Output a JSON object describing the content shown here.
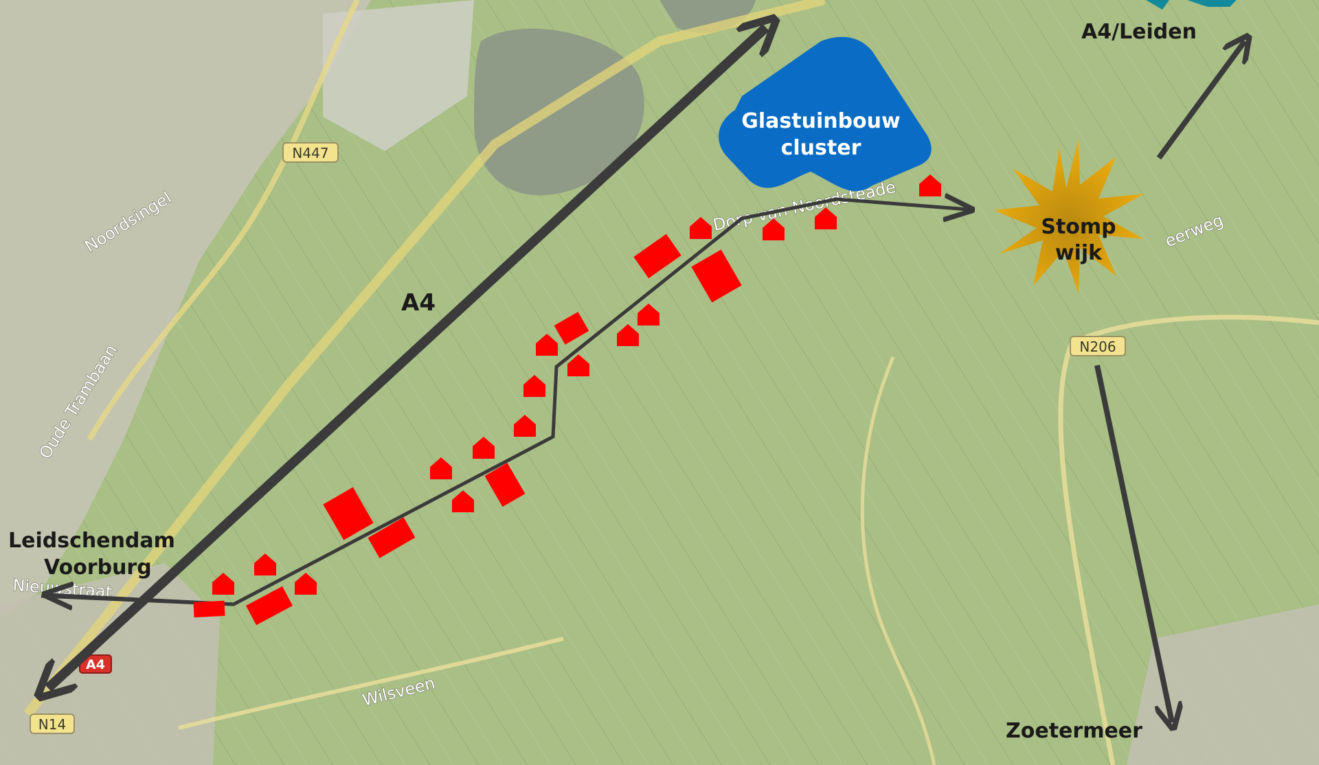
{
  "labels": {
    "a4_leiden": "A4/Leiden",
    "a4": "A4",
    "leidschendam": "Leidschendam",
    "voorburg": "Voorburg",
    "zoetermeer": "Zoetermeer",
    "glastuinbouw_line1": "Glastuinbouw",
    "glastuinbouw_line2": "cluster",
    "stompwijk_line1": "Stomp",
    "stompwijk_line2": "wijk"
  },
  "map_streets": {
    "noordsingel": "Noordsingel",
    "oude_trambaan": "Oude Trambaan",
    "nieuwstraat": "Nieuwstraat",
    "wilsveen": "Wilsveen",
    "dorpweg": "Dorp van Noordsteade",
    "eerweg": "eerweg"
  },
  "road_shields": {
    "n447": "N447",
    "n206": "N206",
    "a4_shield": "A4",
    "n14": "N14"
  },
  "colors": {
    "map_base": "#a9bf86",
    "arrow": "#3b3b3b",
    "cluster_blue": "#0a6cc4",
    "star_gold": "#e2a50e",
    "building_red": "#ff0000",
    "route_line": "#3a3a3a"
  },
  "icons": {
    "cluster": "rounded-blob-icon",
    "village": "starburst-icon",
    "house": "house-icon"
  }
}
